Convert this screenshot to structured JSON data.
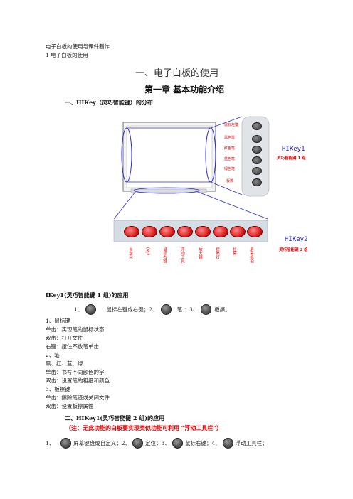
{
  "doc": {
    "line1": "电子白板的使用与课件制作",
    "line2": "1 电子白板的使用",
    "main_title": "一、电子白板的使用",
    "chapter": "第一章  基本功能介绍",
    "section1": "一、HIKey（灵巧智能键）的分布"
  },
  "figure": {
    "hikey1": "HIKey1",
    "hikey1_sub": "灵巧智能键 1 组",
    "hikey2": "HIKey2",
    "hikey2_sub": "灵巧智能键 2 组",
    "side_labels": [
      "鼠标左键",
      "黑色笔",
      "红色笔",
      "蓝色笔",
      "绿色笔",
      "板擦"
    ],
    "bottom_labels": [
      "自定义",
      "定位",
      "鼠标右键",
      "浮动工具",
      "放大镜",
      "探照灯",
      "拉幕",
      "屏幕抓拍"
    ]
  },
  "hikey1_section": {
    "heading": "IKey1(灵巧智能键  1  组)的应用",
    "row_1": "1、",
    "row_mouse": "鼠标左键或右键；2、",
    "row_pen": "笔 ：3、",
    "row_eraser": "板擦。",
    "lines": [
      "1、鼠标键",
      "单击：实现笔的鼠标状态",
      "双击：打开文件",
      "右键：按住不放笔单击",
      "2、笔",
      "黑、红、蓝、绿",
      "单击：书写不同颜色的字",
      "双击：设置笔的粗细和颜色",
      "3、板擦键",
      "单击：擦除笔迹或关闭文件",
      "双击：设置板擦属性"
    ]
  },
  "hikey2_section": {
    "heading": "二、HIKey1(灵巧智能键  2  组)的应用",
    "note": "（注：无此功能的白板要实现类似功能可利用  “浮动工具栏”）",
    "row_1": "1、",
    "row_screen": "屏幕键盘或自定义；2、",
    "row_locate": "定位；3、",
    "row_right": "鼠标右键；4、",
    "row_float": "浮动工具栏；"
  }
}
